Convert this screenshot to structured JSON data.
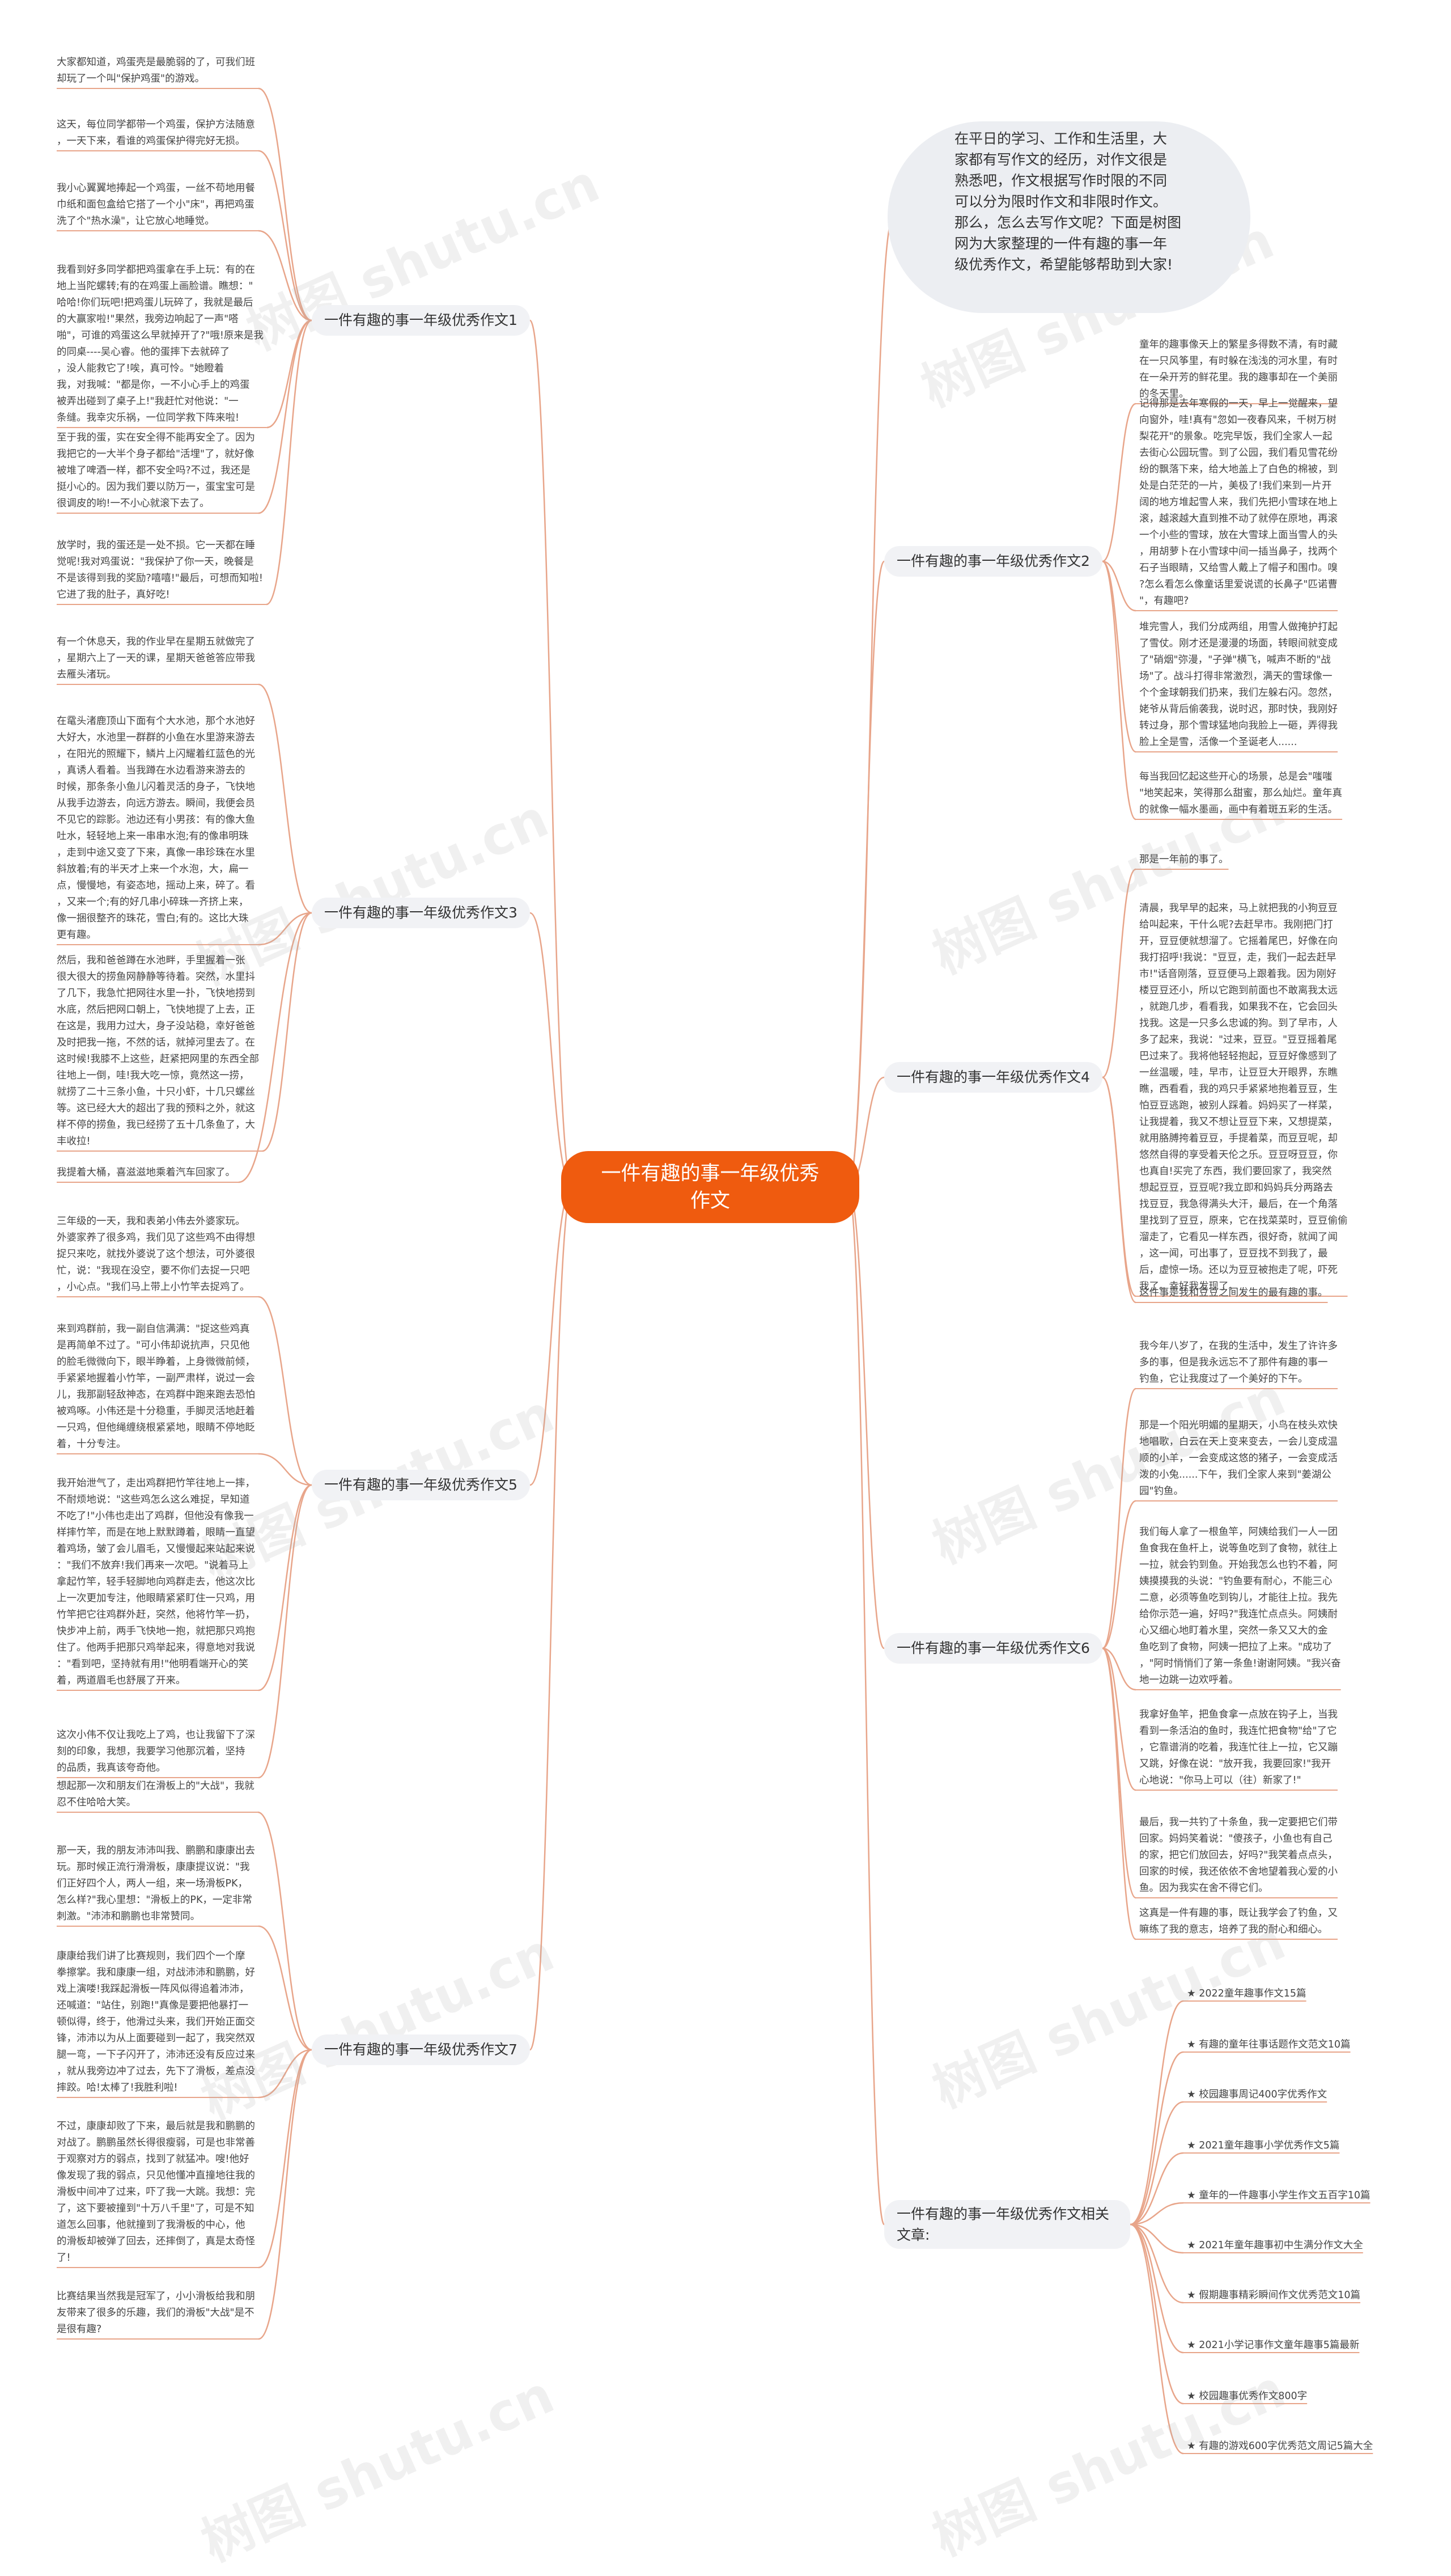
{
  "root": {
    "title": "一件有趣的事一年级优秀\n作文"
  },
  "intro": "在平日的学习、工作和生活里，大\n家都有写作文的经历，对作文很是\n熟悉吧，作文根据写作时限的不同\n可以分为限时作文和非限时作文。\n那么，怎么去写作文呢？下面是树图\n网为大家整理的一件有趣的事一年\n级优秀作文，希望能够帮助到大家!",
  "watermarks": [
    "树图 shutu.cn",
    "树图 shutu.cn",
    "树图 shutu.cn",
    "树图 shutu.cn",
    "树图 shutu.cn",
    "树图 shutu.cn",
    "树图 shutu.cn",
    "树图 shutu.cn",
    "树图 shutu.cn",
    "树图 shutu.cn"
  ],
  "branches": {
    "b1": "一件有趣的事一年级优秀作文1",
    "b2": "一件有趣的事一年级优秀作文2",
    "b3": "一件有趣的事一年级优秀作文3",
    "b4": "一件有趣的事一年级优秀作文4",
    "b5": "一件有趣的事一年级优秀作文5",
    "b6": "一件有趣的事一年级优秀作文6",
    "b7": "一件有趣的事一年级优秀作文7",
    "rel": "一件有趣的事一年级优秀作文相关\n文章:"
  },
  "leaves": {
    "b1": [
      "大家都知道，鸡蛋壳是最脆弱的了，可我们班\n却玩了一个叫\"保护鸡蛋\"的游戏。",
      "这天，每位同学都带一个鸡蛋，保护方法随意\n，一天下来，看谁的鸡蛋保护得完好无损。",
      "我小心翼翼地捧起一个鸡蛋，一丝不苟地用餐\n巾纸和面包盒给它搭了一个小\"床\"，再把鸡蛋\n洗了个\"热水澡\"，让它放心地睡觉。",
      "我看到好多同学都把鸡蛋拿在手上玩：有的在\n地上当陀螺转;有的在鸡蛋上画脸谱。瞧想：\"\n哈哈!你们玩吧!把鸡蛋儿玩碎了，我就是最后\n的大赢家啦!\"果然，我旁边响起了一声\"嗒\n啪\"，可谁的鸡蛋这么早就掉开了?\"哦!原来是我\n的同桌----吴心睿。他的蛋摔下去就碎了\n，没人能救它了!唉，真可怜。\"她瞪着\n我，对我喊：\"都是你，一不小心手上的鸡蛋\n被弄出碰到了桌子上!\"我赶忙对他说：\"一\n条缝。我幸灾乐祸，一位同学救下阵来啦!",
      "至于我的蛋，实在安全得不能再安全了。因为\n我把它的一大半个身子都给\"活埋\"了，就好像\n被堆了啤酒一样，都不安全吗?不过，我还是\n挺小心的。因为我们要以防万一，蛋宝宝可是\n很调皮的哟!一不小心就滚下去了。",
      "放学时，我的蛋还是一处不损。它一天都在睡\n觉呢!我对鸡蛋说：\"我保护了你一天，晚餐是\n不是该得到我的奖励?嘻嘻!\"最后，可想而知啦!\n它进了我的肚子，真好吃!"
    ],
    "b2": [
      "童年的趣事像天上的繁星多得数不清，有时藏\n在一只风筝里，有时躲在浅浅的河水里，有时\n在一朵开芳的鲜花里。我的趣事却在一个美丽\n的冬天里。",
      "记得那是去年寒假的一天，早上一觉醒来，望\n向窗外，哇!真有\"忽如一夜春风来，千树万树\n梨花开\"的景象。吃完早饭，我们全家人一起\n去街心公园玩雪。到了公园，我们看见雪花纷\n纷的飘落下来，给大地盖上了白色的棉被，到\n处是白茫茫的一片，美极了!我们来到一片开\n阔的地方堆起雪人来，我们先把小雪球在地上\n滚，越滚越大直到推不动了就停在原地，再滚\n一个小些的雪球，放在大雪球上面当雪人的头\n，用胡萝卜在小雪球中间一插当鼻子，找两个\n石子当眼睛，又给雪人戴上了帽子和围巾。嗅\n?怎么看怎么像童话里爱说谎的长鼻子\"匹诺曹\n\"，有趣吧?",
      "堆完雪人，我们分成两组，用雪人做掩护打起\n了雪仗。刚才还是漫漫的场面，转眼间就变成\n了\"硝烟\"弥漫，\"子弹\"横飞，喊声不断的\"战\n场\"了。战斗打得非常激烈，满天的雪球像一\n个个金球朝我们扔来，我们左躲右闪。忽然，\n姥爷从背后偷袭我，说时迟，那时快，我刚好\n转过身，那个雪球猛地向我脸上一砸，弄得我\n脸上全是雪，活像一个圣诞老人......",
      "每当我回忆起这些开心的场景，总是会\"嗤嗤\n\"地笑起来，笑得那么甜蜜，那么灿烂。童年真\n的就像一幅水墨画，画中有着斑五彩的生活。"
    ],
    "b3": [
      "有一个休息天，我的作业早在星期五就做完了\n，星期六上了一天的课，星期天爸爸答应带我\n去雁头渚玩。",
      "在鼋头渚鹿顶山下面有个大水池，那个水池好\n大好大，水池里一群群的小鱼在水里游来游去\n，在阳光的照耀下，鳞片上闪耀着红蓝色的光\n，真诱人看着。当我蹲在水边看游来游去的\n时候，那条条小鱼儿闪着灵活的身子，飞快地\n从我手边游去，向远方游去。瞬间，我便会员\n不见它的踪影。池边还有小男孩：有的像大鱼\n吐水，轻轻地上来一串串水泡;有的像串明珠\n，走到中途又变了下来，真像一串珍珠在水里\n斜放着;有的半天才上来一个水泡，大，扁一\n点，慢慢地，有姿态地，摇动上来，碎了。看\n，又来一个;有的好几串小碎珠一齐挤上来，\n像一捆很整齐的珠花，雪白;有的。这比大珠\n更有趣。",
      "然后，我和爸爸蹲在水池畔，手里握着一张\n很大很大的捞鱼网静静等待着。突然，水里抖\n了几下，我急忙把网往水里一扑，飞快地捞到\n水底，然后把网口朝上，飞快地提了上去，正\n在这是，我用力过大，身子没站稳，幸好爸爸\n及时把我一拖，不然的话，就掉河里去了。在\n这时候!我膝不上这些，赶紧把网里的东西全部\n往地上一倒，哇!我大吃一惊，竟然这一捞，\n就捞了二十三条小鱼，十只小虾，十几只螺丝\n等。这已经大大的超出了我的预料之外，就这\n样不停的捞鱼，我已经捞了五十几条鱼了，大\n丰收拉!",
      "我提着大桶，喜滋滋地乘着汽车回家了。"
    ],
    "b4": [
      "那是一年前的事了。",
      "清晨，我早早的起来，马上就把我的小狗豆豆\n给叫起来，干什么呢?去赶早市。我刚把门打\n开，豆豆便就想溜了。它摇着尾巴，好像在向\n我打招呼!我说：\"豆豆，走，我们一起去赶早\n市!\"话音刚落，豆豆便马上跟着我。因为刚好\n楼豆豆还小，所以它跑到前面也不敢离我太远\n，就跑几步，看看我，如果我不在，它会回头\n找我。这是一只多么忠诚的狗。到了早市，人\n多了起来，我说：\"过来，豆豆。\"豆豆摇着尾\n巴过来了。我将他轻轻抱起，豆豆好像感到了\n一丝温暖，哇，早市，让豆豆大开眼界，东瞧\n瞧，西看看，我的鸡只手紧紧地抱着豆豆，生\n怕豆豆逃跑，被别人踩着。妈妈买了一样菜，\n让我提着，我又不想让豆豆下来，又想提菜，\n就用胳膊挎着豆豆，手提着菜，而豆豆呢，却\n悠然自得的享受着天伦之乐。豆豆呀豆豆，你\n也真自!买完了东西，我们要回家了，我突然\n想起豆豆，豆豆呢?我立即和妈妈兵分两路去\n找豆豆，我急得满头大汗，最后，在一个角落\n里找到了豆豆，原来，它在找菜菜时，豆豆偷偷\n溜走了，它看见一样东西，很好奇，就闻了闻\n，这一闻，可出事了，豆豆找不到我了，最\n后，虚惊一场。还以为豆豆被抱走了呢，吓死\n我了。幸好我发现了。",
      "这件事是我和豆豆之间发生的最有趣的事。"
    ],
    "b5": [
      "三年级的一天，我和表弟小伟去外婆家玩。\n外婆家养了很多鸡，我们见了这些鸡不由得想\n捉只来吃，就找外婆说了这个想法，可外婆很\n忙，说：\"我现在没空，要不你们去捉一只吧\n，小心点。\"我们马上带上小竹竿去捉鸡了。",
      "来到鸡群前，我一副自信满满：\"捉这些鸡真\n是再简单不过了。\"可小伟却说抗声，只见他\n的脸毛微微向下，眼半睁着，上身微微前倾，\n手紧紧地握着小竹竿，一副严肃样，说过一会\n儿，我那副轻敌神态，在鸡群中跑来跑去恐怕\n被鸡啄。小伟还是十分稳重，手脚灵活地赶着\n一只鸡，但他绳缠绕根紧紧地，眼睛不停地眨\n着，十分专注。",
      "我开始泄气了，走出鸡群把竹竿往地上一摔，\n不耐烦地说：\"这些鸡怎么这么难捉，早知道\n不吃了!\"小伟也走出了鸡群，但他没有像我一\n样摔竹竿，而是在地上默默蹲着，眼睛一直望\n着鸡场，皱了会儿眉毛，又慢慢起来站起来说\n：\"我们不放弃!我们再来一次吧。\"说着马上\n拿起竹竿，轻手轻脚地向鸡群走去，他这次比\n上一次更加专注，他眼睛紧紧盯住一只鸡，用\n竹竿把它往鸡群外赶，突然，他将竹竿一扔，\n快步冲上前，两手飞快地一抱，就把那只鸡抱\n住了。他两手把那只鸡举起来，得意地对我说\n：\"看到吧，坚持就有用!\"他明看端开心的笑\n着，两道眉毛也舒展了开来。",
      "这次小伟不仅让我吃上了鸡，也让我留下了深\n刻的印象，我想，我要学习他那沉着，坚持\n的品质，我真该夸奇他。"
    ],
    "b6": [
      "我今年八岁了，在我的生活中，发生了许许多\n多的事，但是我永远忘不了那件有趣的事一\n钓鱼，它让我度过了一个美好的下午。",
      "那是一个阳光明媚的星期天，小鸟在枝头欢快\n地唱歌，白云在天上变来变去，一会儿变成温\n顺的小羊，一会变成这悠的猪子，一会变成活\n泼的小兔......下午，我们全家人来到\"姜湖公\n园\"钓鱼。",
      "我们每人拿了一根鱼竿，阿姨给我们一人一团\n鱼食我在鱼杆上，说等鱼吃到了食物，就往上\n一拉，就会钓到鱼。开始我怎么也钓不着，阿\n姨摸摸我的头说：\"钓鱼要有耐心，不能三心\n二意，必须等鱼吃到钩儿，才能往上拉。我先\n给你示范一遍，好吗?\"我连忙点点头。阿姨耐\n心又细心地盯着水里，突然一条又又大的金\n鱼吃到了食物，阿姨一把拉了上来。\"成功了\n，\"阿时悄悄们了第一条鱼!谢谢阿姨。\"我兴奋\n地一边跳一边欢呼着。",
      "我拿好鱼竿，把鱼食拿一点放在钩子上，当我\n看到一条活泊的鱼时，我连忙把食物\"给\"了它\n，它靠谱消的吃着，我连忙往上一拉，它又蹦\n又跳，好像在说：\"放开我，我要回家!\"我开\n心地说：\"你马上可以（往）新家了!\"",
      "最后，我一共钓了十条鱼，我一定要把它们带\n回家。妈妈笑着说：\"傻孩子，小鱼也有自己\n的家，把它们放回去，好吗?\"我笑着点点头，\n回家的时候，我还依依不舍地望着我心爱的小\n鱼。因为我实在舍不得它们。",
      "这真是一件有趣的事，既让我学会了钓鱼，又\n嘛练了我的意志，培养了我的耐心和细心。"
    ],
    "b7": [
      "想起那一次和朋友们在滑板上的\"大战\"，我就\n忍不住哈哈大笑。",
      "那一天，我的朋友沛沛叫我、鹏鹏和康康出去\n玩。那时候正流行滑滑板，康康提议说：\"我\n们正好四个人，两人一组，来一场滑板PK，\n怎么样?\"我心里想：\"滑板上的PK，一定非常\n刺激。\"沛沛和鹏鹏也非常赞同。",
      "康康给我们讲了比赛规则，我们四个一个摩\n拳擦掌。我和康康一组，对战沛沛和鹏鹏，好\n戏上演喽!我踩起滑板一阵风似得追着沛沛，\n还喊道：\"站住，别跑!\"真像是要把他暴打一\n顿似得，终于，他滑过头来，我们开始正面交\n锋，沛沛以为从上面要碰到一起了，我突然双\n腿一弯，一下子闪开了，沛沛还没有反应过来\n，就从我旁边冲了过去，先下了滑板，差点没\n摔跤。哈!太棒了!我胜利啦!",
      "不过，康康却败了下来，最后就是我和鹏鹏的\n对战了。鹏鹏虽然长得很瘦弱，可是也非常善\n于观察对方的弱点，找到了就猛冲。嗖!他好\n像发现了我的弱点，只见他懂冲直撞地往我的\n滑板中间冲了过来，吓了我一大跳。我想：完\n了，这下要被撞到\"十万八千里\"了，可是不知\n道怎么回事，他就撞到了我滑板的中心，他\n的滑板却被弹了回去，还摔倒了，真是太奇怪\n了!",
      "比赛结果当然我是冠军了，小小滑板给我和朋\n友带来了很多的乐趣，我们的滑板\"大战\"是不\n是很有趣?"
    ]
  },
  "related": [
    "★ 2022童年趣事作文15篇",
    "★ 有趣的童年往事话题作文范文10篇",
    "★ 校园趣事周记400字优秀作文",
    "★ 2021童年趣事小学优秀作文5篇",
    "★ 童年的一件趣事小学生作文五百字10篇",
    "★ 2021年童年趣事初中生满分作文大全",
    "★ 假期趣事精彩瞬间作文优秀范文10篇",
    "★ 2021小学记事作文童年趣事5篇最新",
    "★ 校园趣事优秀作文800字",
    "★ 有趣的游戏600字优秀范文周记5篇大全"
  ],
  "colors": {
    "root": "#ef5b0f",
    "line": "#e8a58a",
    "branch_bg": "#f1f2f5",
    "intro_bg": "#eceef2"
  }
}
